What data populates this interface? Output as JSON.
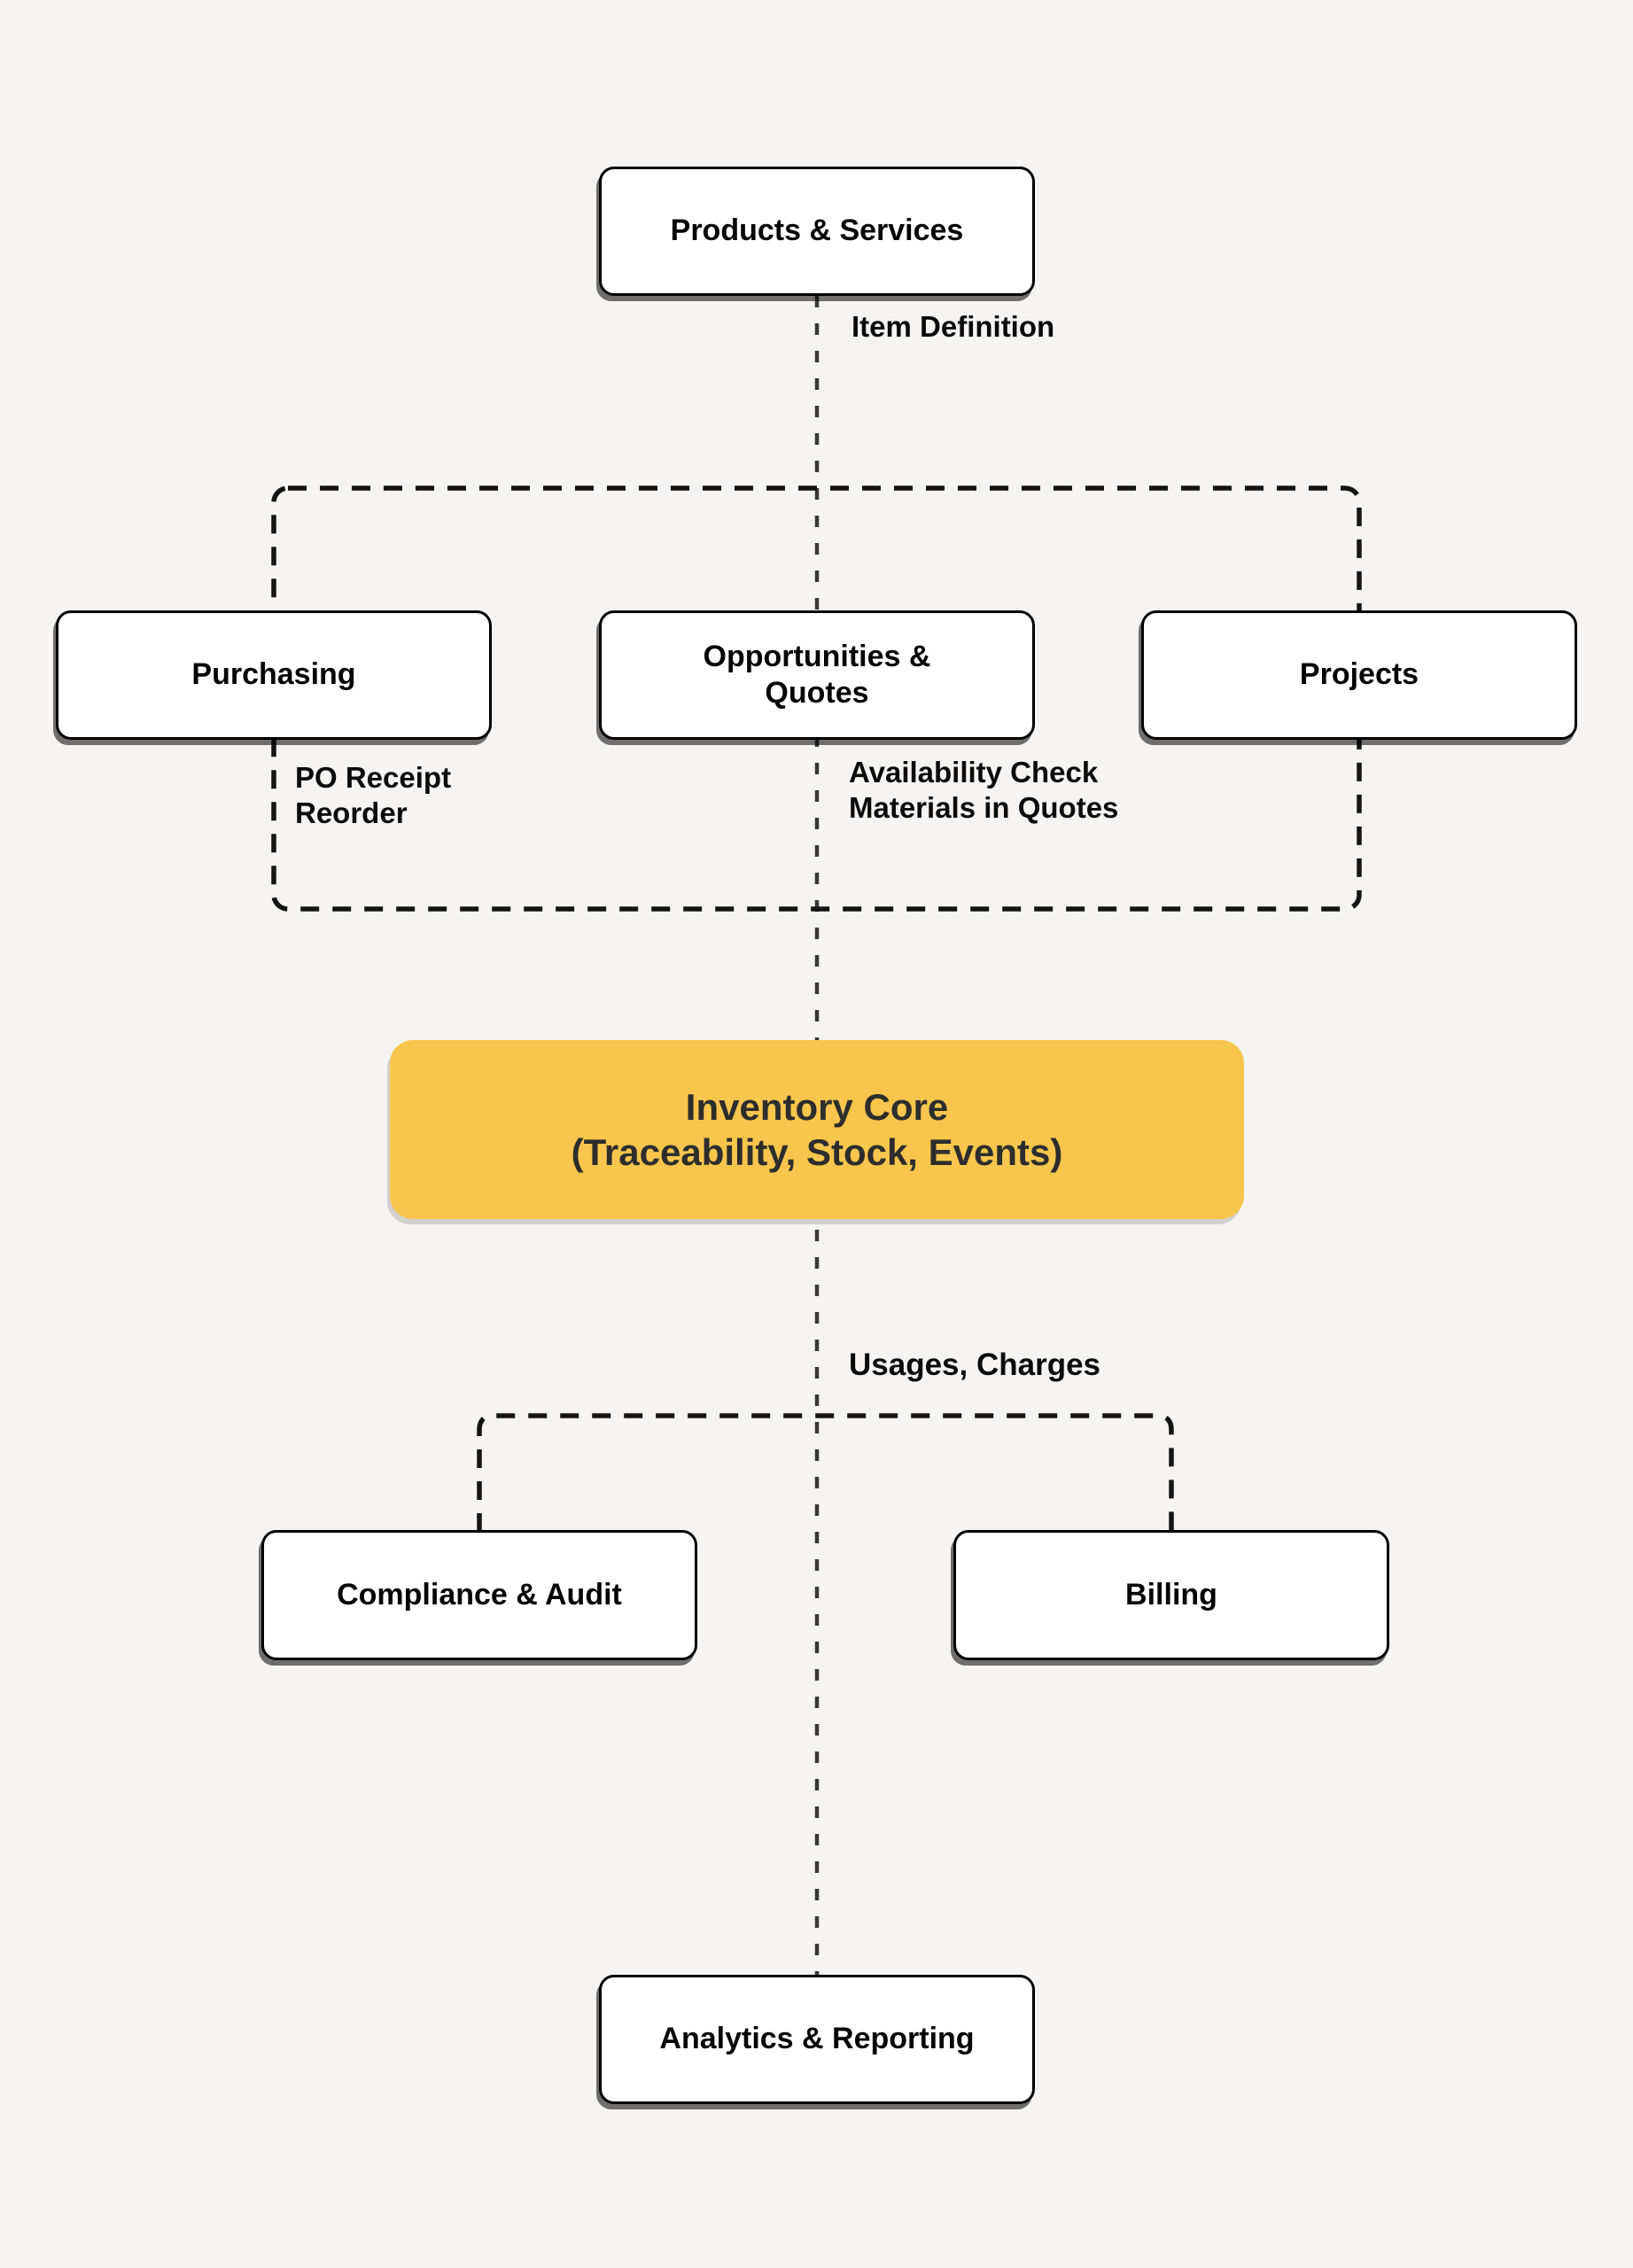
{
  "diagram": {
    "type": "flowchart",
    "background": "#f5f4f2",
    "colors": {
      "node_fill": "#ffffff",
      "node_border": "#000000",
      "node_text": "#050505",
      "highlight_fill": "#f8c64c",
      "highlight_text": "#2d2d2d",
      "connector_gray": "#383838",
      "connector_black": "#141414"
    },
    "nodes": {
      "products": {
        "label": "Products & Services"
      },
      "purchasing": {
        "label": "Purchasing"
      },
      "opportunities": {
        "label": "Opportunities &\nQuotes"
      },
      "projects": {
        "label": "Projects"
      },
      "inventory": {
        "label": "Inventory Core\n(Traceability, Stock, Events)"
      },
      "compliance": {
        "label": "Compliance & Audit"
      },
      "billing": {
        "label": "Billing"
      },
      "analytics": {
        "label": "Analytics & Reporting"
      }
    },
    "edge_labels": {
      "item_definition": "Item Definition",
      "po_receipt": "PO Receipt\nReorder",
      "availability": "Availability Check\nMaterials in Quotes",
      "usages_charges": "Usages, Charges"
    }
  }
}
